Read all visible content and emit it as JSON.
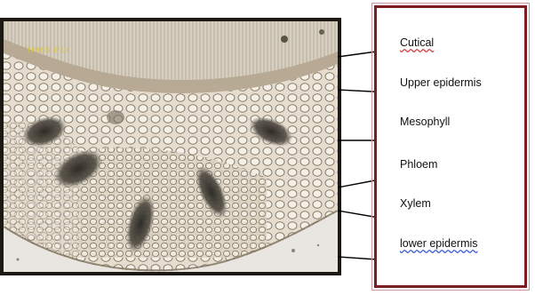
{
  "micrograph": {
    "watermark": "TIMES 4/10"
  },
  "labels": [
    {
      "id": "cutical",
      "text": "Cutical"
    },
    {
      "id": "upper-epidermis",
      "text": "Upper epidermis"
    },
    {
      "id": "mesophyll",
      "text": "Mesophyll"
    },
    {
      "id": "phloem",
      "text": "Phloem"
    },
    {
      "id": "xylem",
      "text": "Xylem"
    },
    {
      "id": "lower-epidermis",
      "text": "lower epidermis"
    }
  ],
  "colors": {
    "frame_border": "#7b1e22",
    "tissue_background": "#d9cfbf",
    "vascular_bundle": "#4a463f",
    "leader_line": "#000000"
  }
}
